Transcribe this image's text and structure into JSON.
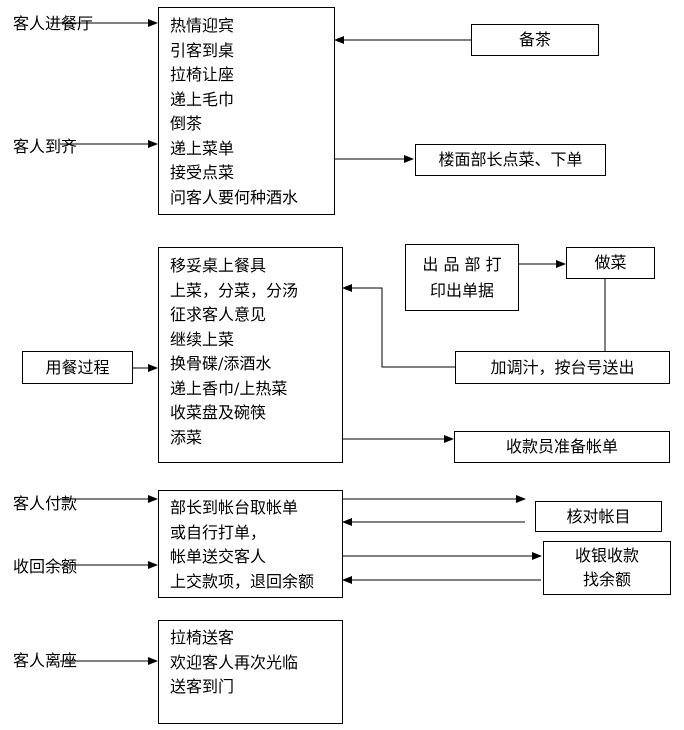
{
  "colors": {
    "line": "#000000",
    "background": "#ffffff"
  },
  "section1": {
    "steps": [
      "热情迎宾",
      "引客到桌",
      "拉椅让座",
      "递上毛巾",
      "倒茶",
      "递上菜单",
      "接受点菜",
      "问客人要何种酒水"
    ],
    "label_enter": "客人进餐厅",
    "label_arrive": "客人到齐",
    "tea_box": "备茶",
    "order_box": "楼面部长点菜、下单"
  },
  "section2": {
    "steps": [
      "移妥桌上餐具",
      "上菜，分菜，分汤",
      "征求客人意见",
      "继续上菜",
      "换骨碟/添酒水",
      "递上香巾/上热菜",
      "收菜盘及碗筷",
      "添菜"
    ],
    "label_dining": "用餐过程",
    "print_box_line1": "出 品 部 打",
    "print_box_line2": "印出单据",
    "cook_box": "做菜",
    "sauce_box": "加调汁，按台号送出",
    "cashier_box": "收款员准备帐单"
  },
  "section3": {
    "steps": [
      "部长到帐台取帐单",
      "或自行打单，",
      "帐单送交客人",
      "上交款项，退回余额"
    ],
    "label_pay": "客人付款",
    "label_change": "收回余额",
    "check_box": "核对帐目",
    "collect_box_line1": "收银收款",
    "collect_box_line2": "找余额"
  },
  "section4": {
    "steps": [
      "拉椅送客",
      "欢迎客人再次光临",
      "送客到门"
    ],
    "label_leave": "客人离座"
  }
}
